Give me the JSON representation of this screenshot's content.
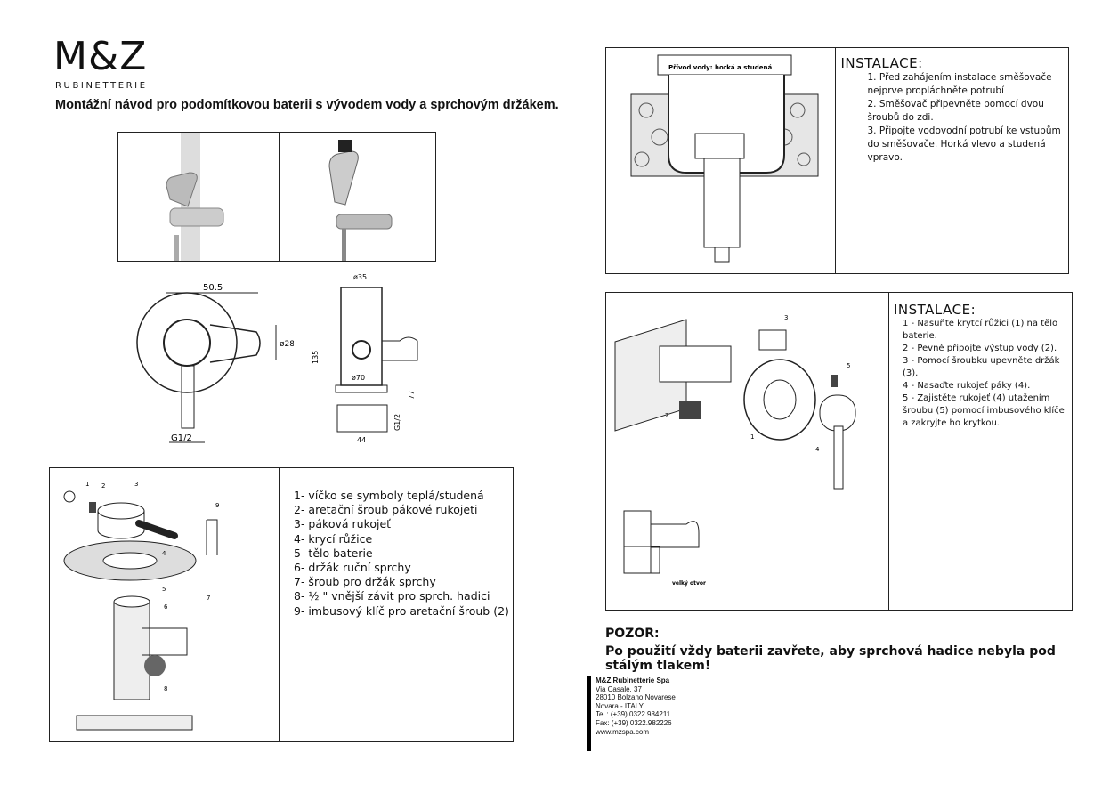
{
  "brand": {
    "logo": "M&Z",
    "subtitle": "RUBINETTERIE"
  },
  "title": "Montážní návod pro podomítkovou baterii s vývodem vody a sprchovým držákem.",
  "dimensions": {
    "front": {
      "width": "50.5",
      "diameter": "ø28",
      "thread": "G1/2"
    },
    "side": {
      "top_diameter": "ø35",
      "height": "135",
      "plate_diameter": "ø70",
      "depth": "77",
      "thread": "G1/2",
      "base": "44"
    }
  },
  "parts_list": [
    "1- víčko se symboly teplá/studená",
    "2- aretační šroub pákové rukojeti",
    "3- páková rukojeť",
    "4- krycí růžice",
    "5- tělo baterie",
    "6- držák ruční sprchy",
    "7- šroub pro držák sprchy",
    "8-  ½ \"  vnější závit pro sprch. hadici",
    "9- imbusový klíč pro aretační šroub  (2)"
  ],
  "exploded_labels": [
    "1",
    "2",
    "3",
    "4",
    "5",
    "6",
    "7",
    "8",
    "9"
  ],
  "install1": {
    "diagram_label": "Přívod vody: horká a studená",
    "heading": "INSTALACE:",
    "steps": [
      "1.  Před zahájením instalace směšovače nejprve propláchněte potrubí",
      "2.  Směšovač připevněte pomocí dvou šroubů do zdi.",
      "3.  Připojte vodovodní potrubí ke vstupům do směšovače. Horká vlevo a studená vpravo."
    ]
  },
  "install2": {
    "heading": "INSTALACE:",
    "diagram_labels": [
      "1",
      "2",
      "3",
      "4",
      "5"
    ],
    "detail_label": "velký otvor",
    "steps": [
      "1 - Nasuňte krytcí růžici (1) na tělo baterie.",
      "2 - Pevně připojte výstup vody (2).",
      "3 - Pomocí šroubku upevněte držák (3).",
      "4 - Nasaďte rukojeť páky (4).",
      "5 - Zajistěte rukojeť (4) utažením šroubu (5) pomocí imbusového klíče a zakryjte ho krytkou."
    ]
  },
  "warning": {
    "heading": "POZOR:",
    "text": "Po použití vždy baterii zavřete, aby sprchová hadice nebyla pod stálým tlakem!"
  },
  "footer": [
    "M&Z Rubinetterie Spa",
    "Via Casale, 37",
    "28010 Bolzano Novarese",
    "Novara - ITALY",
    "Tel.: (+39) 0322.984211",
    "Fax: (+39) 0322.982226",
    "www.mzspa.com"
  ]
}
